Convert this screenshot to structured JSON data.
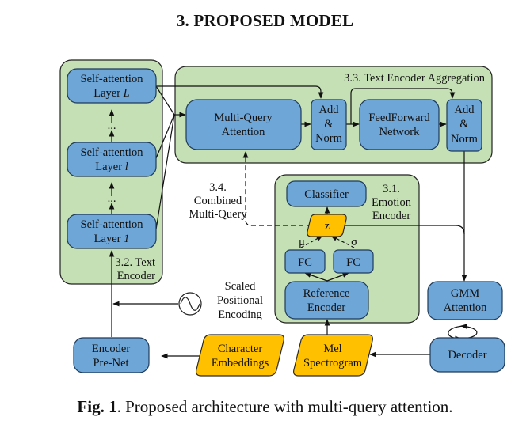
{
  "heading": "3.  PROPOSED MODEL",
  "caption": {
    "label": "Fig. 1",
    "text": ". Proposed architecture with multi-query attention."
  },
  "groups": {
    "text_encoder": [
      "3.2. Text",
      "Encoder"
    ],
    "aggregation": "3.3. Text Encoder Aggregation",
    "emotion_encoder": [
      "3.1.",
      "Emotion",
      "Encoder"
    ],
    "combined_multi_query": [
      "3.4.",
      "Combined",
      "Multi-Query"
    ]
  },
  "blocks": {
    "self_attention_L": [
      "Self-attention",
      "Layer ",
      "L"
    ],
    "self_attention_l_mid": [
      "Self-attention",
      "Layer ",
      "l"
    ],
    "self_attention_1": [
      "Self-attention",
      "Layer ",
      "1"
    ],
    "ellipsis": "...",
    "multi_query_attention": [
      "Multi-Query",
      "Attention"
    ],
    "add_norm_1": [
      "Add",
      "&",
      "Norm"
    ],
    "feedforward": [
      "FeedForward",
      "Network"
    ],
    "add_norm_2": [
      "Add",
      "&",
      "Norm"
    ],
    "classifier": "Classifier",
    "z": "z",
    "fc_mu": "FC",
    "fc_sigma": "FC",
    "mu": "μ",
    "sigma": "σ",
    "reference_encoder": [
      "Reference",
      "Encoder"
    ],
    "gmm_attention": [
      "GMM",
      "Attention"
    ],
    "decoder": "Decoder",
    "encoder_prenet": [
      "Encoder",
      "Pre-Net"
    ],
    "character_embeddings": [
      "Character",
      "Embeddings"
    ],
    "mel_spectrogram": [
      "Mel",
      "Spectrogram"
    ],
    "positional_encoding": [
      "Scaled",
      "Positional",
      "Encoding"
    ]
  },
  "colors": {
    "group_fill": "#c5e0b4",
    "block_fill": "#6fa6d8",
    "input_fill": "#ffc000"
  }
}
